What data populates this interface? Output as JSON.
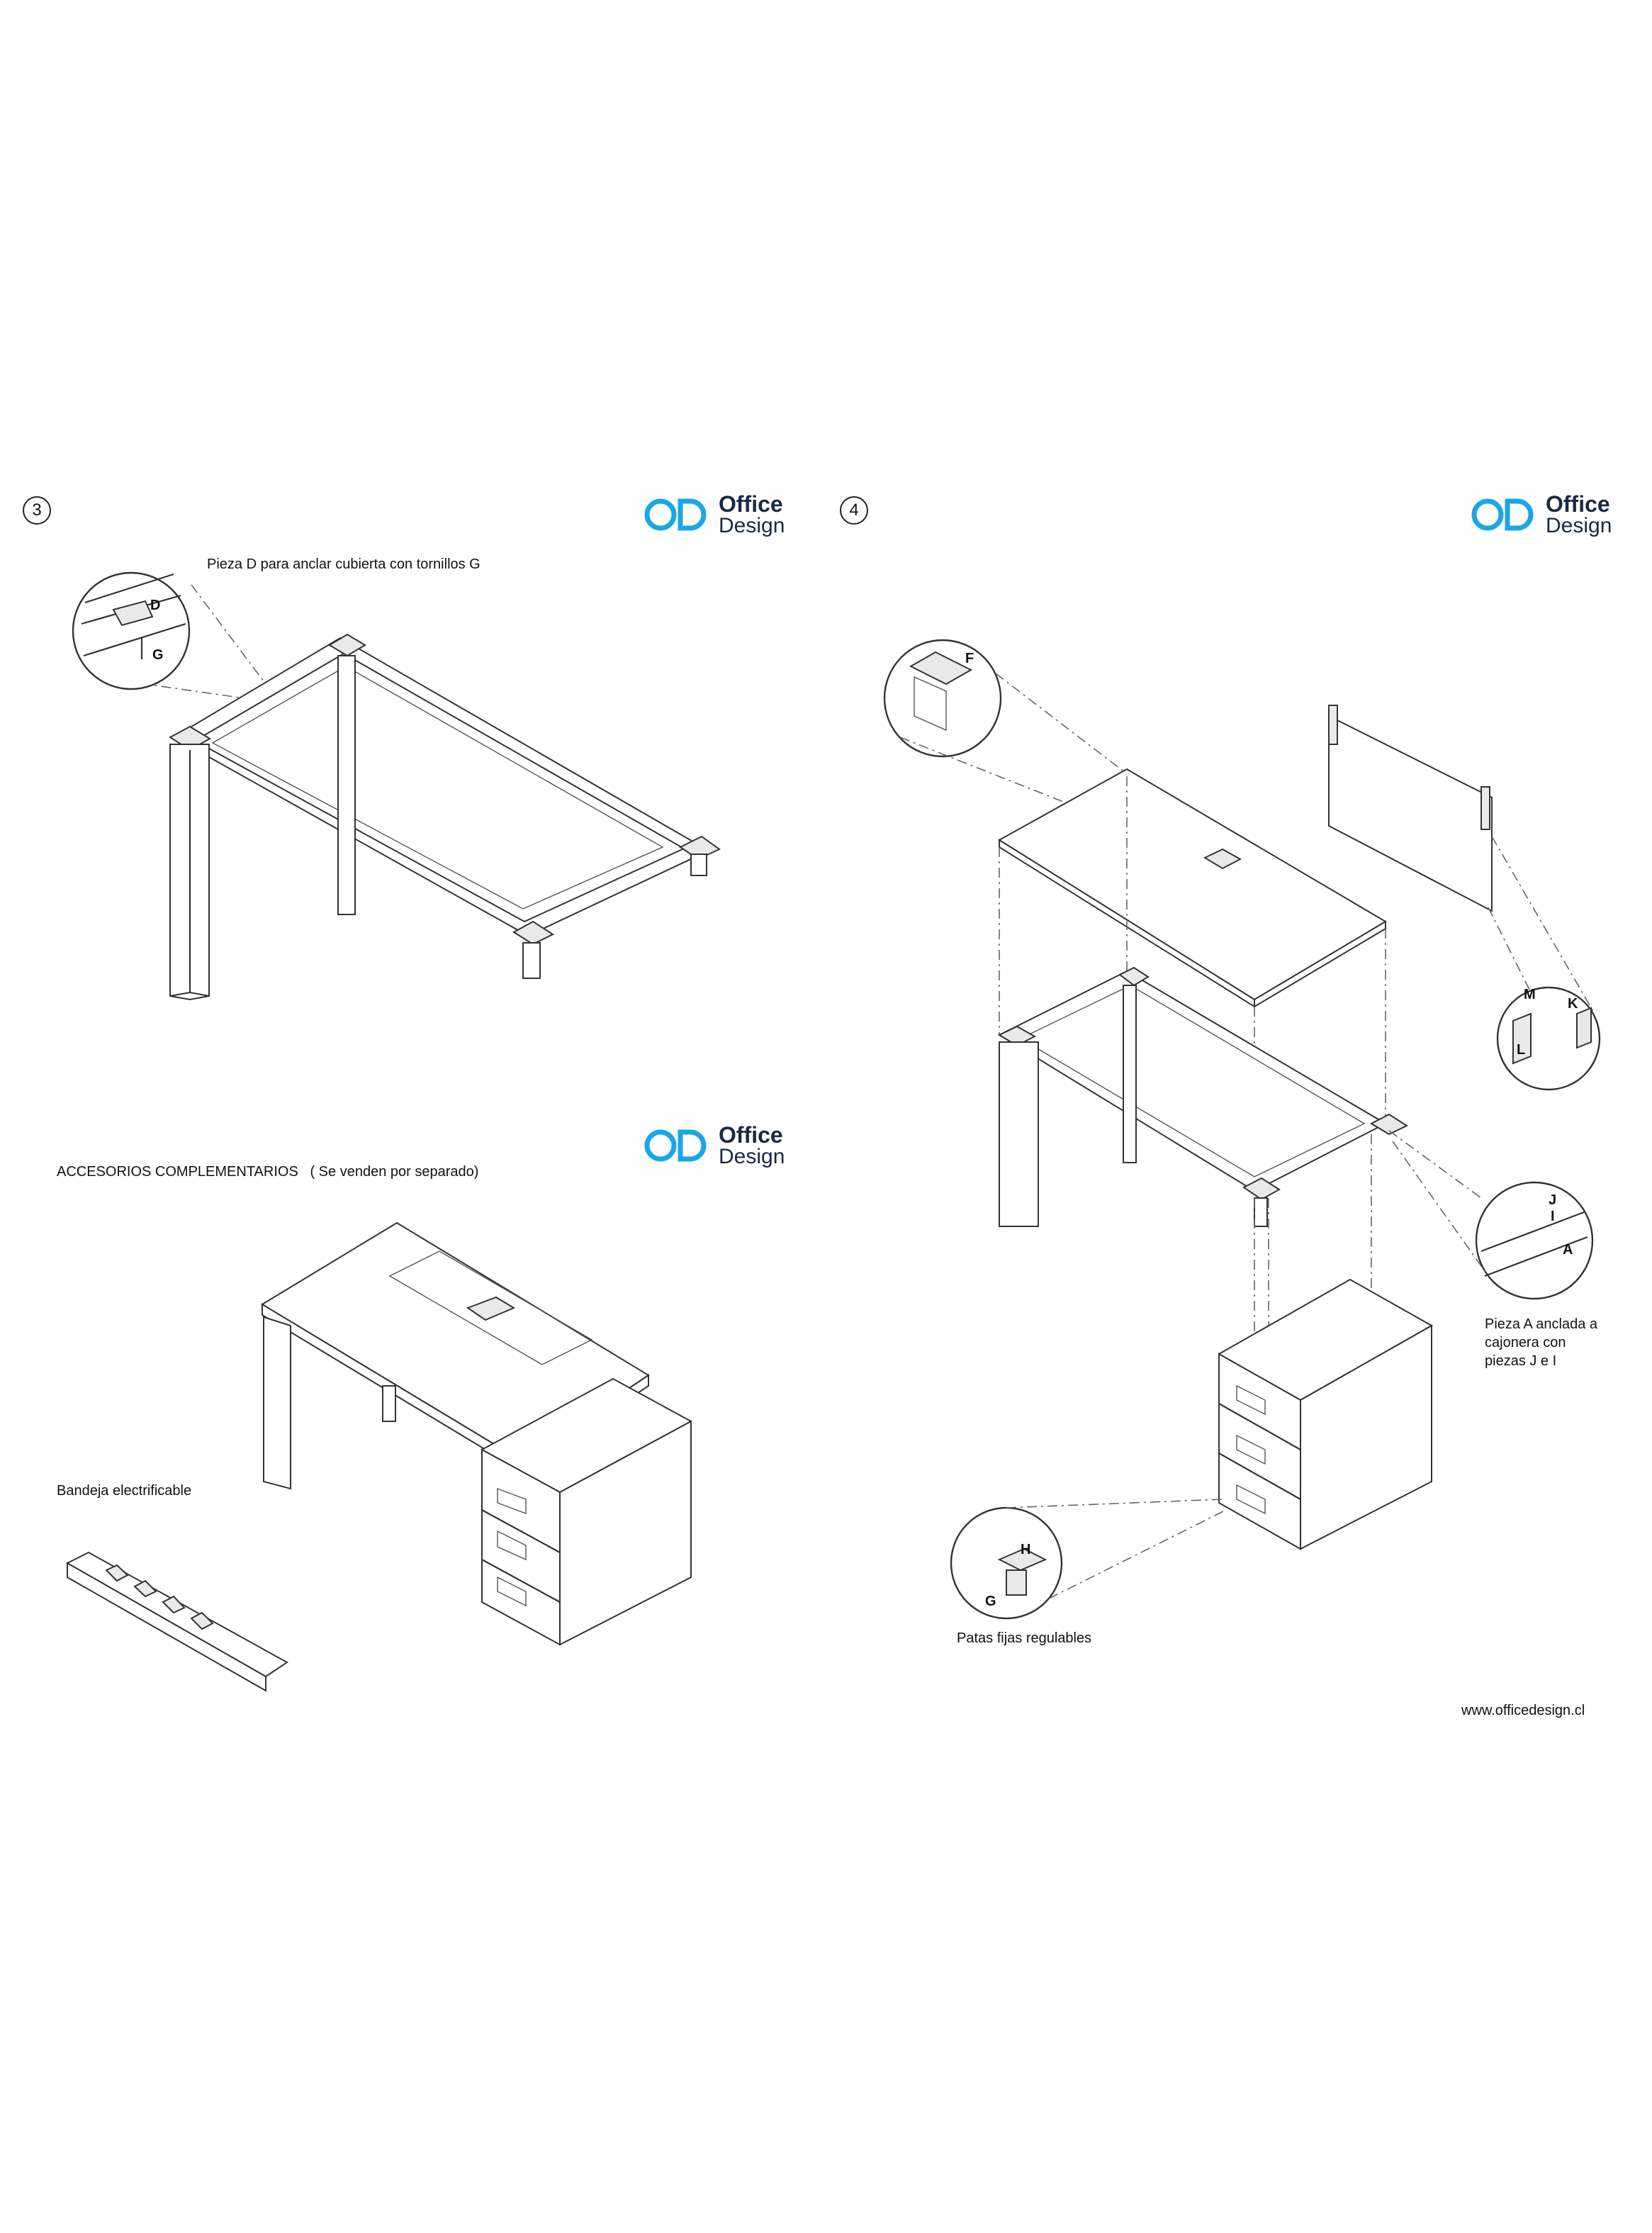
{
  "brand": {
    "office": "Office",
    "design": "Design",
    "accent_color": "#1ba6e6",
    "text_color": "#1a2a44",
    "icon": "od-logo-icon"
  },
  "steps": [
    {
      "number": "3"
    },
    {
      "number": "4"
    }
  ],
  "step3": {
    "label": "Pieza D para anclar cubierta con tornillos G",
    "callouts": [
      "D",
      "G"
    ]
  },
  "accessories": {
    "heading": "ACCESORIOS COMPLEMENTARIOS   ( Se venden por separado)",
    "tray_label": "Bandeja electrificable"
  },
  "step4": {
    "callout_f": "F",
    "callout_m": "M",
    "callout_k": "K",
    "callout_l": "L",
    "callout_j": "J",
    "callout_i": "I",
    "callout_a": "A",
    "callout_h": "H",
    "callout_g": "G",
    "anchor_label": "Pieza A anclada a\ncajonera con\npiezas J e I",
    "feet_label": "Patas fijas regulables"
  },
  "footer": {
    "url": "www.officedesign.cl"
  }
}
